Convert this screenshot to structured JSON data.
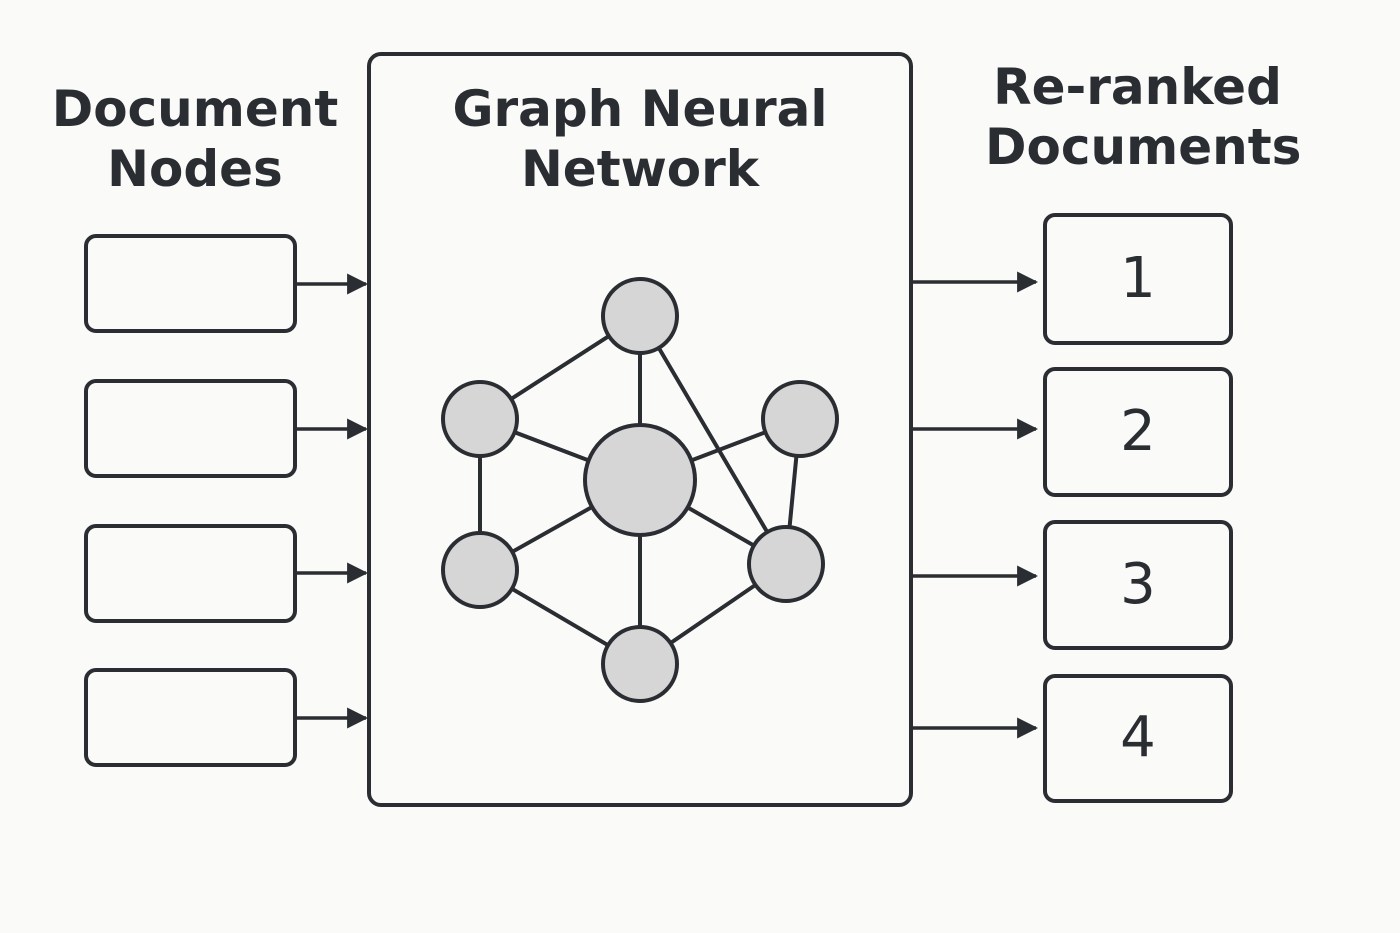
{
  "input_section": {
    "heading_lines": [
      "Document",
      "Nodes"
    ],
    "node_count": 4
  },
  "gnn_section": {
    "heading_lines": [
      "Graph Neural",
      "Network"
    ]
  },
  "output_section": {
    "heading_lines": [
      "Re-ranked",
      "Documents"
    ],
    "ranks": [
      "1",
      "2",
      "3",
      "4"
    ]
  },
  "colors": {
    "stroke": "#2a2d31",
    "node_fill": "#d6d6d6",
    "background": "#fafaf9"
  }
}
